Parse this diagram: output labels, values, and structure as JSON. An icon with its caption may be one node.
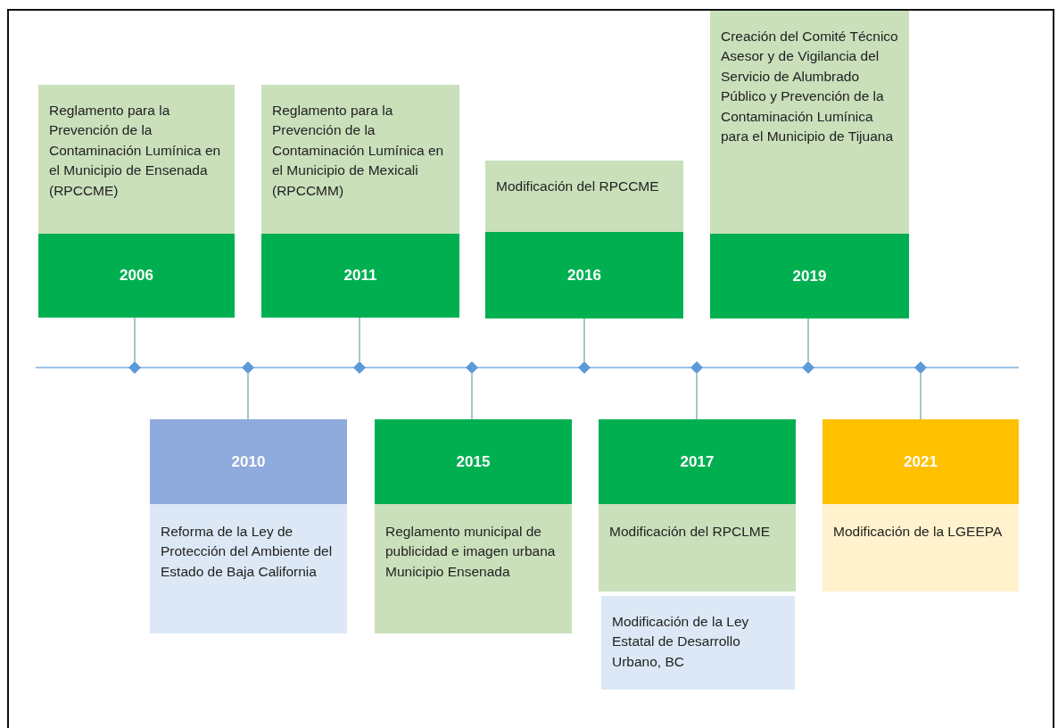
{
  "diagram": {
    "nodes": [
      {
        "text": [
          "Reglamento para la Prevención de la Contaminación Lumínica en el Municipio de Ensenada (RPCCME)"
        ]
      },
      {
        "text": [
          "2006"
        ]
      },
      {
        "text": [
          "Reglamento para la Prevención de la Contaminación Lumínica en el Municipio de Mexicali (RPCCMM)"
        ]
      },
      {
        "text": [
          "2011"
        ]
      },
      {
        "text": [
          "Modificación del RPCCME"
        ]
      },
      {
        "text": [
          "2016"
        ]
      },
      {
        "text": [
          "Creación del Comité Técnico Asesor y de Vigilancia del Servicio de Alumbrado Público y Prevención de la Contaminación Lumínica para el Municipio de Tijuana"
        ]
      },
      {
        "text": [
          "2019"
        ]
      },
      {
        "text": [],
        "shape": "diamond"
      },
      {
        "text": [],
        "shape": "diamond"
      },
      {
        "text": [],
        "shape": "diamond"
      },
      {
        "text": [],
        "shape": "diamond"
      },
      {
        "text": [],
        "shape": "diamond"
      },
      {
        "text": [],
        "shape": "diamond"
      },
      {
        "text": [],
        "shape": "diamond"
      },
      {
        "text": [],
        "shape": "diamond"
      },
      {
        "text": [
          "2010"
        ]
      },
      {
        "text": [
          "Reforma de la Ley de Protección del Ambiente del Estado de Baja California"
        ]
      },
      {
        "text": [
          "2015"
        ]
      },
      {
        "text": [
          "Reglamento municipal de publicidad e imagen urbana Municipio Ensenada"
        ]
      },
      {
        "text": [
          "2017"
        ]
      },
      {
        "text": [
          "Modificación del RPCLME"
        ]
      },
      {
        "text": [
          "Modificación de la Ley Estatal de Desarrollo Urbano, BC"
        ]
      },
      {
        "text": [
          "2021"
        ]
      },
      {
        "text": [
          "Modificación de la LGEEPA"
        ]
      }
    ],
    "edges": [
      {
        "from": 1,
        "to": 8,
        "arrow": "none"
      },
      {
        "from": 16,
        "to": 9,
        "arrow": "none"
      },
      {
        "from": 3,
        "to": 10,
        "arrow": "none"
      },
      {
        "from": 18,
        "to": 11,
        "arrow": "none"
      },
      {
        "from": 5,
        "to": 12,
        "arrow": "none"
      },
      {
        "from": 20,
        "to": 13,
        "arrow": "none"
      },
      {
        "from": 7,
        "to": 14,
        "arrow": "none"
      },
      {
        "from": 23,
        "to": 15,
        "arrow": "none"
      }
    ]
  }
}
